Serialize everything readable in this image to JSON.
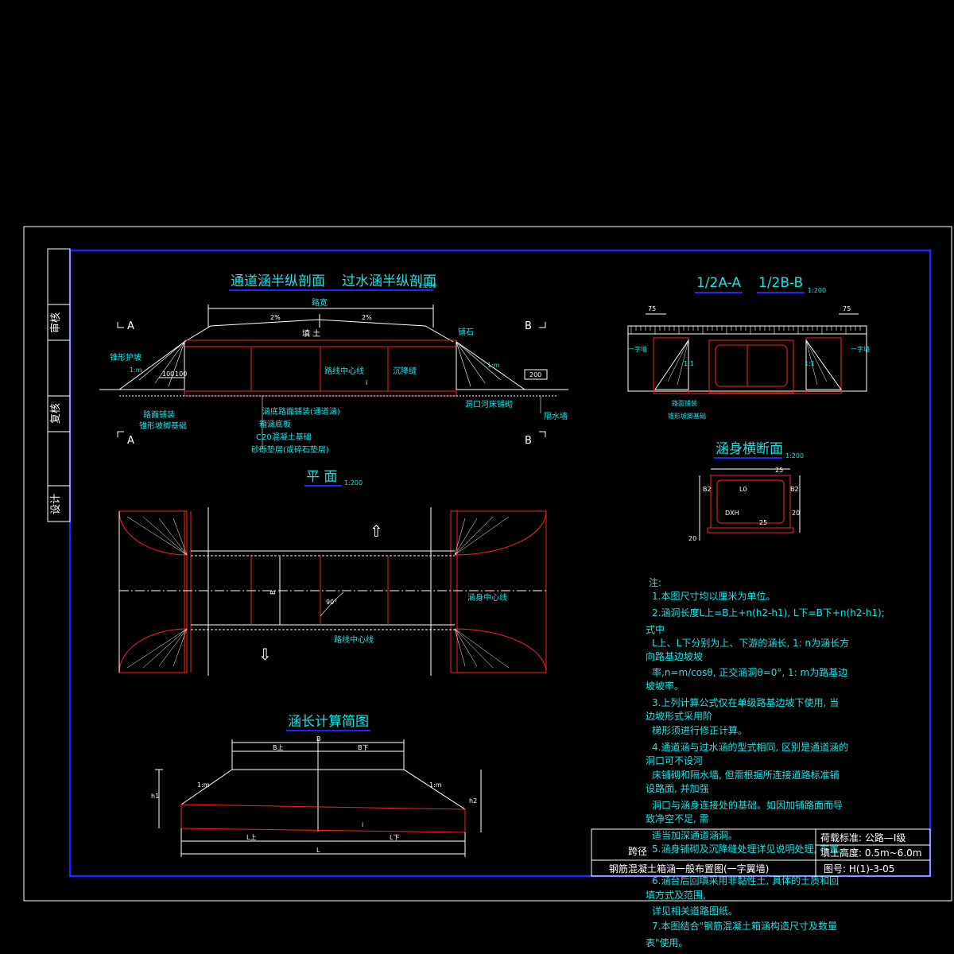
{
  "sheet": {
    "side_labels": [
      "审核",
      "复核",
      "设计"
    ]
  },
  "long_section": {
    "title_left": "通道涵半纵剖面",
    "title_right": "过水涵半纵剖面",
    "scale": "1:200",
    "section_a": "A",
    "section_b": "B",
    "road_width": "路宽",
    "slope_left": "2%",
    "slope_right": "2%",
    "fill": "填 土",
    "slope_ratio": "1:m",
    "dim_100a": "100",
    "dim_100b": "100",
    "dim_200": "200",
    "i_label": "i",
    "labels": {
      "cone_guard": "锥形护坡",
      "paving_stone": "铺石",
      "road_center": "路线中心线",
      "settlement_joint": "沉降缝",
      "road_paving": "路面铺装",
      "cone_base": "锥形坡脚基础",
      "culvert_paving": "涵底路面铺装(通道涵)",
      "box_floor": "箱涵底板",
      "c20_base": "C20混凝土基础",
      "gravel": "砂砾垫层(或碎石垫层)",
      "portal_paving": "洞口河床铺砌",
      "cutoff_wall": "隔水墙"
    }
  },
  "half_section": {
    "title_a": "1/2A-A",
    "title_b": "1/2B-B",
    "scale": "1:200",
    "dim_75a": "75",
    "dim_75b": "75",
    "wing_left": "一字墙",
    "wing_right": "一字墙",
    "ratio_left": "1:1",
    "ratio_right": "1:1",
    "road_paving": "路面铺装",
    "cone_base": "锥形坡脚基础"
  },
  "cross_section": {
    "title": "涵身横断面",
    "scale": "1:200",
    "dims": [
      "25",
      "B2",
      "L0",
      "B2",
      "DXH",
      "20",
      "25",
      "20"
    ]
  },
  "plan": {
    "title": "平 面",
    "scale": "1:200",
    "culvert_center": "涵身中心线",
    "road_center": "路线中心线",
    "angle": "90°",
    "width": "B"
  },
  "length_calc": {
    "title": "涵长计算简图",
    "total_b": "B",
    "b_up": "B上",
    "b_down": "B下",
    "slope_left": "1:m",
    "slope_right": "1:m",
    "l_up": "L上",
    "l_down": "L下",
    "l_total": "L",
    "i_label": "i",
    "h_left": "h1",
    "h_right": "h2"
  },
  "notes": {
    "heading": "注:",
    "lines": [
      "1.本图尺寸均以厘米为单位。",
      "2.涵洞长度L上=B上+n(h2-h1), L下=B下+n(h2-h1);",
      "式中",
      "L上、L下分别为上、下游的涵长, 1: n为涵长方",
      "向路基边坡坡",
      "率,n=m/cosθ, 正交涵洞θ=0°, 1: m为路基边",
      "坡坡率。",
      "3.上列计算公式仅在单级路基边坡下使用, 当",
      "边坡形式采用阶",
      "梯形须进行修正计算。",
      "4.通道涵与过水涵的型式相同, 区别是通道涵的",
      "洞口可不设河",
      "床铺砌和隔水墙, 但需根据所连接道路标准铺",
      "设路面, 并加强",
      "洞口与涵身连接处的基础。如因加铺路面而导",
      "致净空不足, 需",
      "适当加深通道涵洞。",
      "5.涵身铺砌及沉降缝处理详见说明处理, 布置。",
      "6.涵台后回填采用非黏性土, 具体的土质和回",
      "填方式及范围,",
      "详见相关道路图纸。",
      "7.本图结合\"钢筋混凝土箱涵构造尺寸及数量",
      "表\"使用。"
    ]
  },
  "title_block": {
    "load": "荷载标准: 公路—Ⅰ级",
    "span_label": "跨径",
    "fill_height": "填土高度: 0.5m~6.0m",
    "drawing_title": "钢筋混凝土箱涵一般布置图(一字翼墙)",
    "drawing_no": "图号: H(1)-3-05"
  }
}
